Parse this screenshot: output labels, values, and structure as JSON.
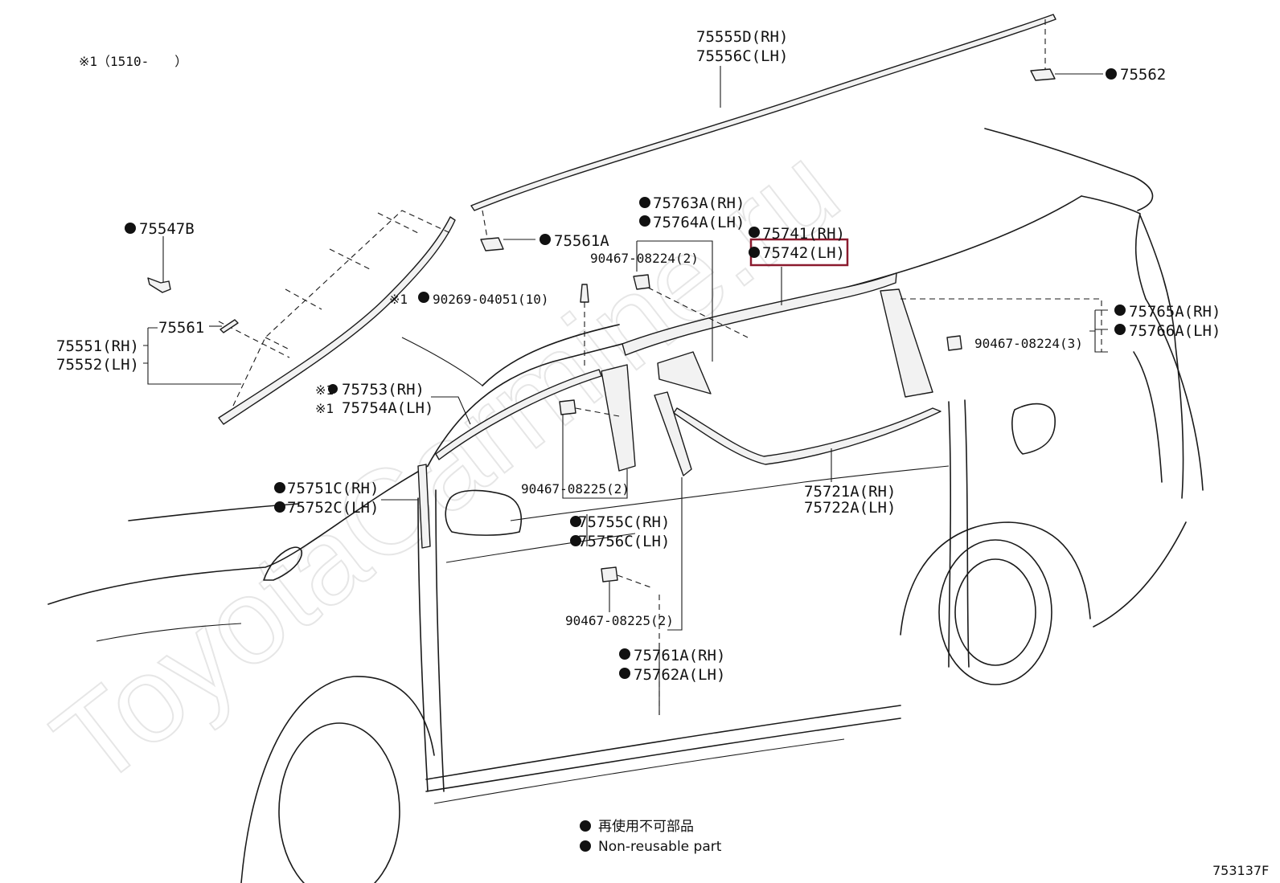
{
  "colors": {
    "highlight": "#8b1a2e",
    "line": "#1a1a1a",
    "watermark": "#e6e6e6"
  },
  "watermark": "ToyotaCarmine.ru",
  "note_range": "※1（1510-　　）",
  "labels": {
    "p75555D": "75555D(RH)",
    "p75556C": "75556C(LH)",
    "p75562": "75562",
    "p75547B": "75547B",
    "p75561A": "75561A",
    "p75763A": "75763A(RH)",
    "p75764A": "75764A(LH)",
    "p90467_08224_2": "90467-08224(2)",
    "p75741": "75741(RH)",
    "p75742": "75742(LH)",
    "mark1_a": "※1",
    "p90269": "90269-04051(10)",
    "p75561": "75561",
    "p75551": "75551(RH)",
    "p75552": "75552(LH)",
    "mark1_b": "※1",
    "p75753": "75753(RH)",
    "mark1_c": "※1",
    "p75754A": "75754A(LH)",
    "p75765A": "75765A(RH)",
    "p75766A": "75766A(LH)",
    "p90467_08224_3": "90467-08224(3)",
    "p75751C": "75751C(RH)",
    "p75752C": "75752C(LH)",
    "p90467_08225_2a": "90467-08225(2)",
    "p75755C": "75755C(RH)",
    "p75756C": "75756C(LH)",
    "p75721A": "75721A(RH)",
    "p75722A": "75722A(LH)",
    "p90467_08225_2b": "90467-08225(2)",
    "p75761A": "75761A(RH)",
    "p75762A": "75762A(LH)"
  },
  "legend": {
    "jp": "再使用不可部品",
    "en": "Non-reusable part"
  },
  "diagram_code": "753137F"
}
